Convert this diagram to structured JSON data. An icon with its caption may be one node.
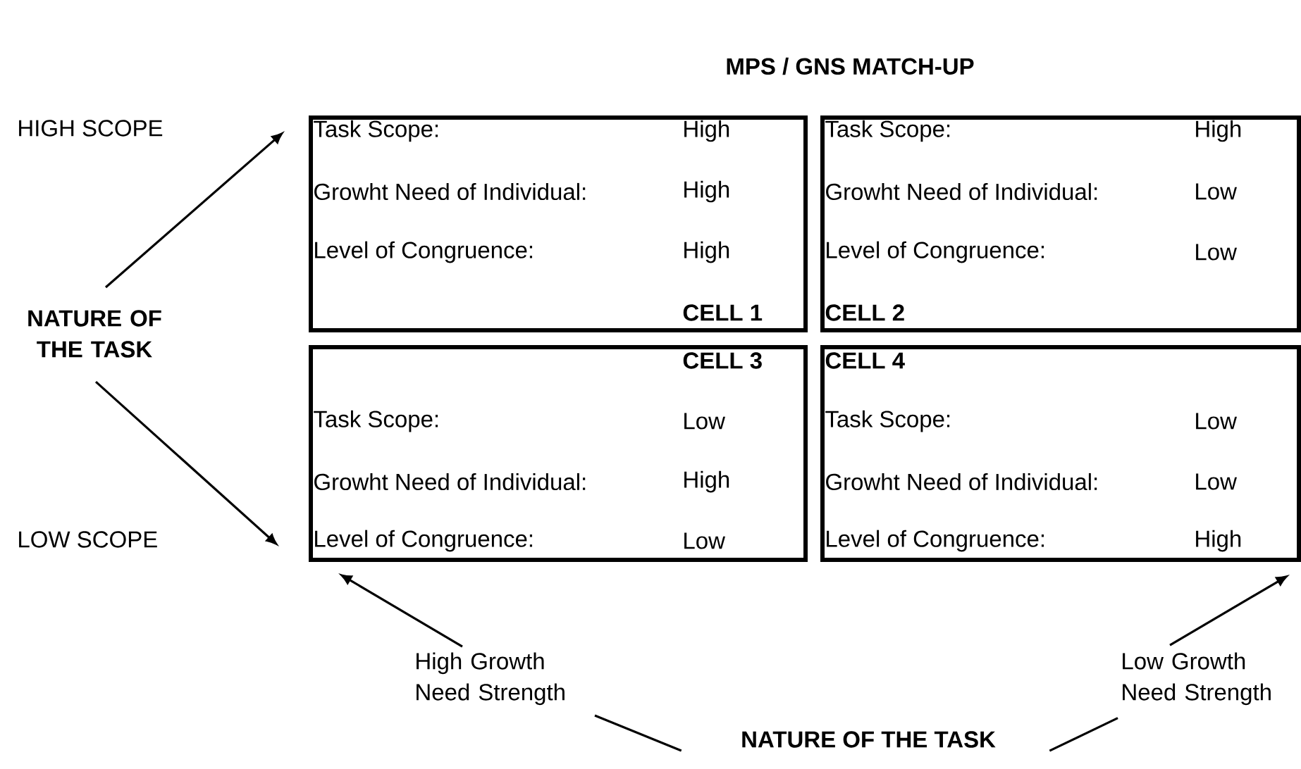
{
  "diagram": {
    "title": "MPS / GNS MATCH-UP",
    "nodes": [
      {
        "text": [
          "Task Scope:",
          "High",
          "Growht Need of Individual:",
          "High",
          "Level of Congruence:",
          "High",
          "CELL 1"
        ]
      },
      {
        "text": [
          "Task Scope:",
          "High",
          "Growht Need of Individual:",
          "Low",
          "Level of Congruence:",
          "Low",
          "CELL 2"
        ]
      },
      {
        "text": [
          "CELL 3",
          "Task Scope:",
          "Low",
          "Growht Need of Individual:",
          "High",
          "Level of Congruence:",
          "Low"
        ]
      },
      {
        "text": [
          "CELL 4",
          "Task Scope:",
          "Low",
          "Growht Need of Individual:",
          "Low",
          "Level of Congruence:",
          "High"
        ]
      },
      {
        "text": [
          "NATURE OF THE TASK"
        ]
      },
      {
        "text": [
          "High Growth Need Strength"
        ]
      },
      {
        "text": [
          "Low Growth Need Strength"
        ]
      },
      {
        "text": [
          "NATURE OF THE TASK"
        ]
      }
    ],
    "edges": [
      {
        "from": 4,
        "to": 0,
        "arrow": "to"
      },
      {
        "from": 4,
        "to": 2,
        "arrow": "to"
      },
      {
        "from": 7,
        "to": 5,
        "arrow": "none"
      },
      {
        "from": 5,
        "to": 2,
        "arrow": "to"
      },
      {
        "from": 7,
        "to": 6,
        "arrow": "none"
      },
      {
        "from": 6,
        "to": 3,
        "arrow": "to"
      }
    ],
    "labels": [
      "HIGH SCOPE",
      "LOW SCOPE"
    ]
  }
}
